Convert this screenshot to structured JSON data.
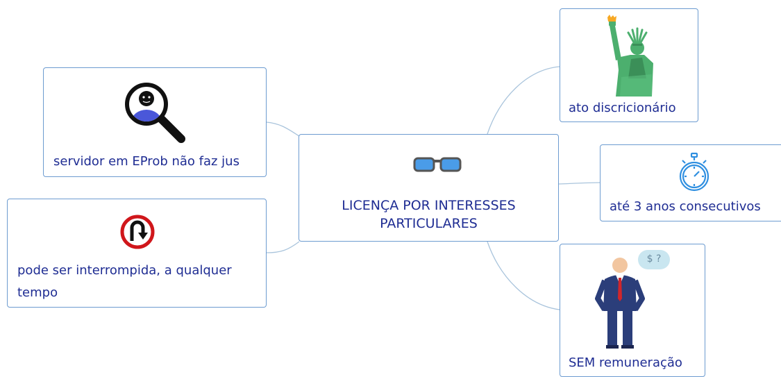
{
  "central": {
    "line1": "LICENÇA POR INTERESSES",
    "line2": "PARTICULARES"
  },
  "branches": {
    "eprob": {
      "label": "servidor em EProb não faz jus"
    },
    "interrompida": {
      "line1": "pode ser interrompida, a qualquer",
      "line2": "tempo"
    },
    "discricionario": {
      "label": "ato discricionário"
    },
    "anos": {
      "label": "até 3 anos consecutivos"
    },
    "remuneracao": {
      "label": "SEM remuneração",
      "bubble": "$ ?"
    }
  },
  "colors": {
    "border": "#6c9bd0",
    "text": "#1f2d93",
    "connector": "#a9c4dc",
    "statue": "#4caf6e",
    "torch": "#f7a823",
    "stopwatch": "#2f8fe0",
    "glasses": "#4a9ce8"
  },
  "icons": {
    "central": "glasses-icon",
    "eprob": "magnifier-person-icon",
    "interrompida": "u-turn-sign-icon",
    "discricionario": "statue-of-liberty-icon",
    "anos": "stopwatch-icon",
    "remuneracao": "businessman-icon"
  }
}
